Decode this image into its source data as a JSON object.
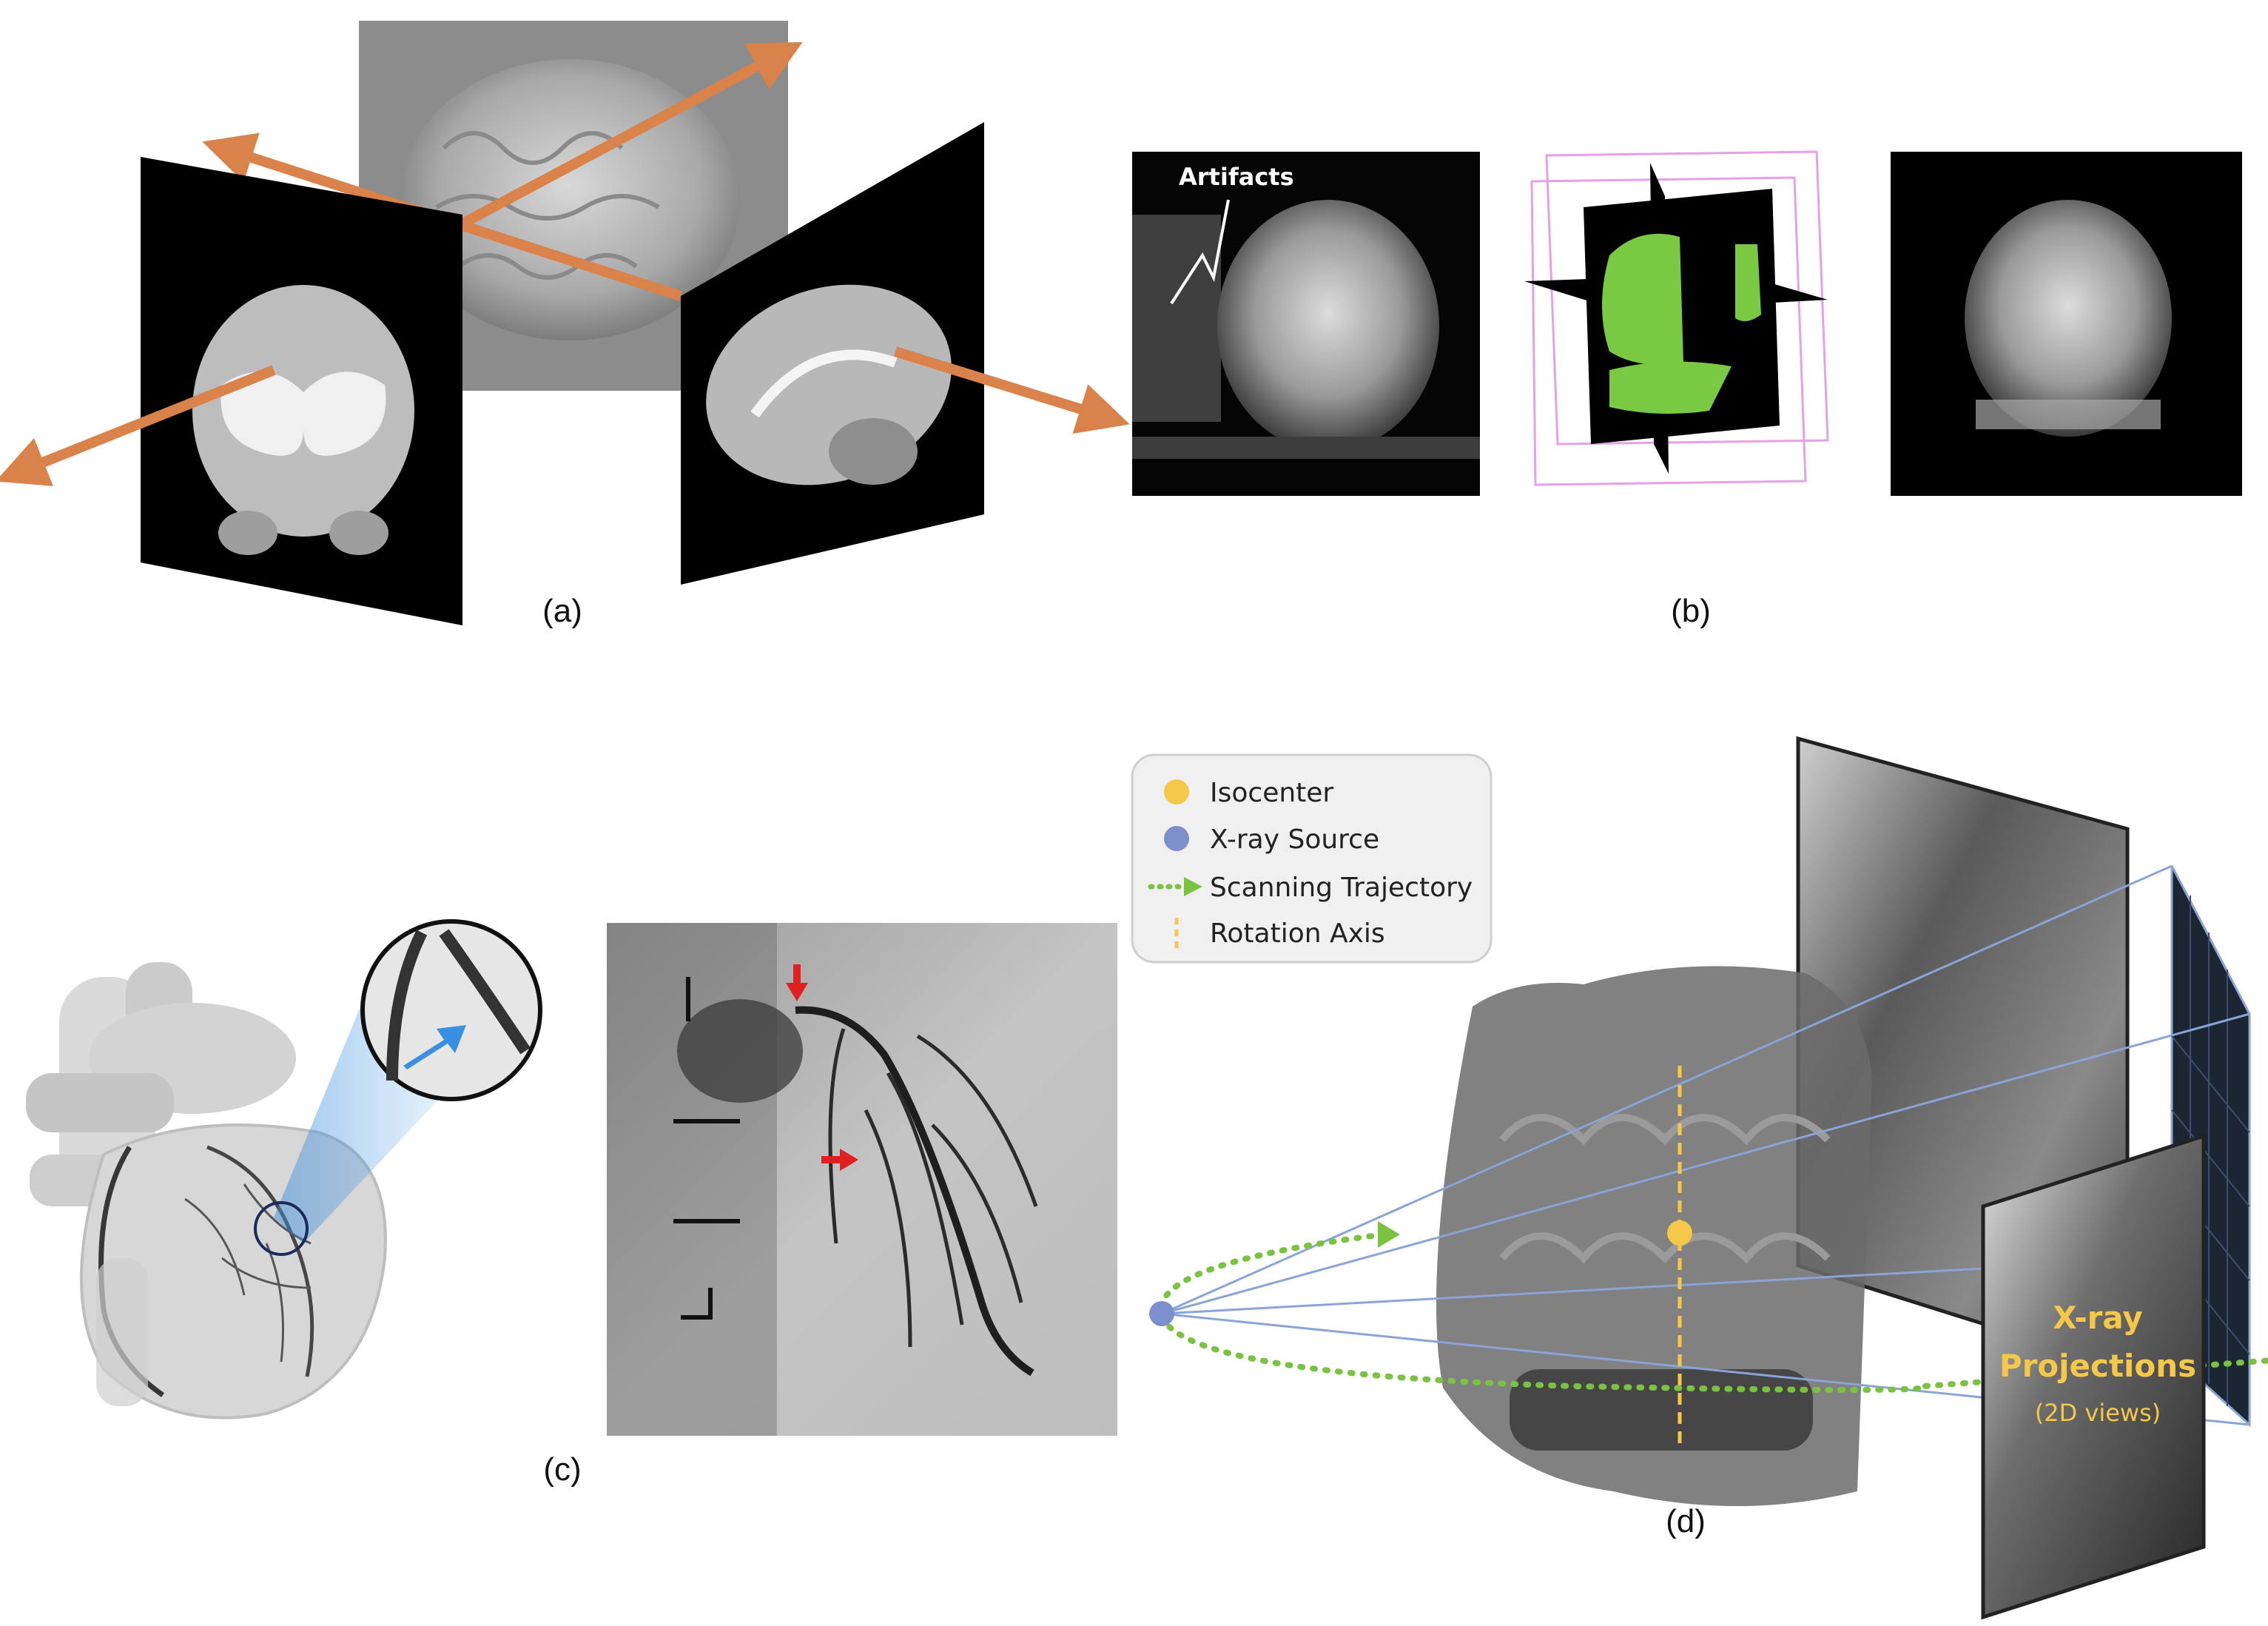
{
  "panels": {
    "a": {
      "caption": "(a)"
    },
    "b": {
      "caption": "(b)",
      "artifacts_label": "Artifacts"
    },
    "c": {
      "caption": "(c)"
    },
    "d": {
      "caption": "(d)",
      "legend": [
        {
          "label": "Isocenter",
          "color": "#f5c84a",
          "marker": "dot"
        },
        {
          "label": "X-ray Source",
          "color": "#7d8fcc",
          "marker": "dot"
        },
        {
          "label": "Scanning Trajectory",
          "color": "#7cc242",
          "marker": "dotted-arrow"
        },
        {
          "label": "Rotation Axis",
          "color": "#f5c84a",
          "marker": "dashed-line"
        }
      ],
      "projection_title_1": "X-ray",
      "projection_title_2": "Projections",
      "projection_subtitle": "(2D views)"
    }
  },
  "colors": {
    "arrow_orange": "#d9824a",
    "segmentation_green": "#7ac943",
    "bbox_magenta": "#e5a0e8",
    "highlight_blue": "#3a8fe0",
    "marker_red": "#e02020",
    "ray_blue": "#8aa4d6",
    "label_yellow": "#f5c84a"
  }
}
